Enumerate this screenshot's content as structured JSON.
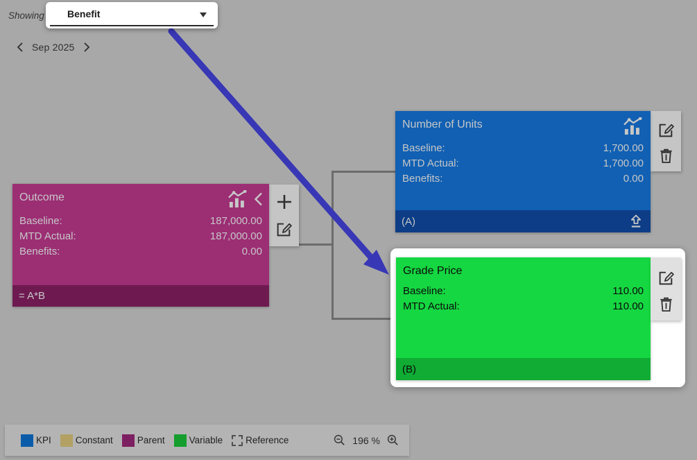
{
  "header": {
    "showing_label": "Showing",
    "view_selector": {
      "value": "Benefit"
    },
    "month_nav": {
      "month": "Sep 2025"
    }
  },
  "canvas": {
    "cards": {
      "outcome": {
        "title": "Outcome",
        "rows": [
          {
            "label": "Baseline:",
            "value": "187,000.00"
          },
          {
            "label": "MTD Actual:",
            "value": "187,000.00"
          },
          {
            "label": "Benefits:",
            "value": "0.00"
          }
        ],
        "footer": "= A*B",
        "body_color": "#9c2e74",
        "footer_color": "#6e1a51"
      },
      "number_of_units": {
        "title": "Number of Units",
        "rows": [
          {
            "label": "Baseline:",
            "value": "1,700.00"
          },
          {
            "label": "MTD Actual:",
            "value": "1,700.00"
          },
          {
            "label": "Benefits:",
            "value": "0.00"
          }
        ],
        "footer": "(A)",
        "body_color": "#1160b3",
        "footer_color": "#0c3d86"
      },
      "grade_price": {
        "title": "Grade Price",
        "rows": [
          {
            "label": "Baseline:",
            "value": "110.00"
          },
          {
            "label": "MTD Actual:",
            "value": "110.00"
          }
        ],
        "footer": "(B)",
        "body_color": "#15d741",
        "footer_color": "#10ac34"
      }
    }
  },
  "legend": {
    "items": [
      {
        "label": "KPI",
        "color": "#0a5ca9"
      },
      {
        "label": "Constant",
        "color": "#b2a163"
      },
      {
        "label": "Parent",
        "color": "#7d2062"
      },
      {
        "label": "Variable",
        "color": "#159e2e"
      },
      {
        "label": "Reference",
        "color": "dashed"
      }
    ],
    "zoom_level": "196 %"
  },
  "overlay": {
    "arrow_color": "#3837b5"
  }
}
